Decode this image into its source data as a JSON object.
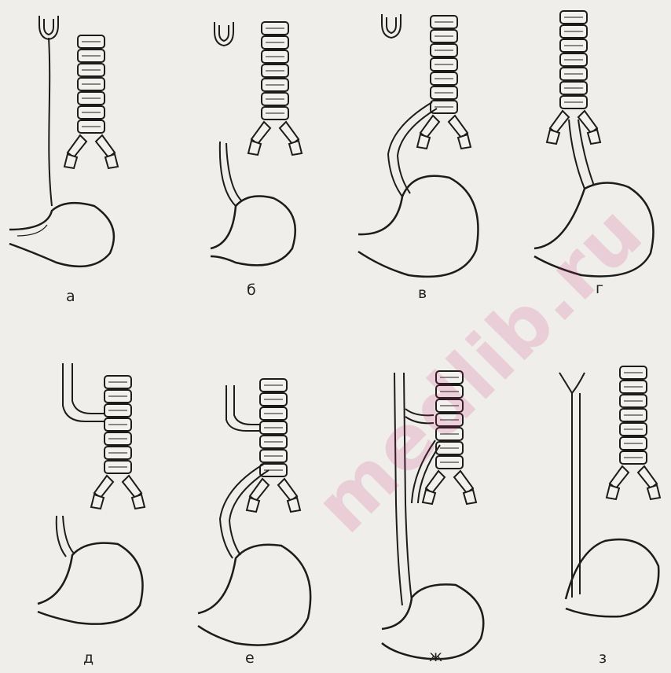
{
  "figure": {
    "panel_labels": [
      "а",
      "б",
      "в",
      "г",
      "д",
      "е",
      "ж",
      "з"
    ],
    "watermark_text": "medlib.ru",
    "colors": {
      "background": "#efeeea",
      "ink": "#1c1c1c",
      "watermark": "#cd2878"
    }
  }
}
